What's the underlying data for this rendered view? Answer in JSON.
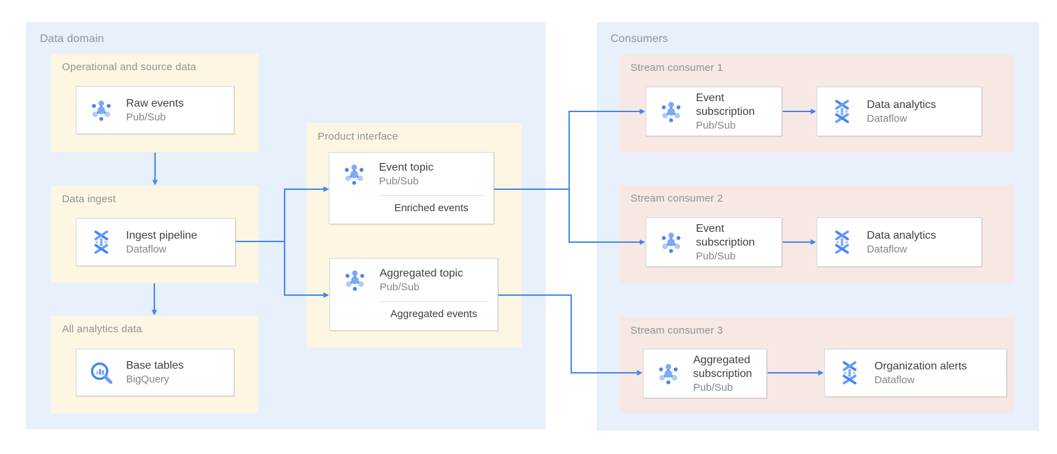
{
  "data_domain": {
    "label": "Data domain",
    "boxes": {
      "operational": {
        "label": "Operational and source data",
        "card": {
          "icon": "pubsub-icon",
          "title": "Raw events",
          "subtitle": "Pub/Sub"
        }
      },
      "ingest": {
        "label": "Data ingest",
        "card": {
          "icon": "dataflow-icon",
          "title": "Ingest pipeline",
          "subtitle": "Dataflow"
        }
      },
      "analytics": {
        "label": "All analytics data",
        "card": {
          "icon": "bigquery-icon",
          "title": "Base tables",
          "subtitle": "BigQuery"
        }
      },
      "product_interface": {
        "label": "Product interface",
        "event_topic": {
          "icon": "pubsub-icon",
          "title": "Event topic",
          "subtitle": "Pub/Sub",
          "note": "Enriched events"
        },
        "aggregated_topic": {
          "icon": "pubsub-icon",
          "title": "Aggregated topic",
          "subtitle": "Pub/Sub",
          "note": "Aggregated events"
        }
      }
    }
  },
  "consumers": {
    "label": "Consumers",
    "groups": [
      {
        "label": "Stream consumer 1",
        "source": {
          "icon": "pubsub-icon",
          "title": "Event subscription",
          "subtitle": "Pub/Sub"
        },
        "sink": {
          "icon": "dataflow-icon",
          "title": "Data analytics",
          "subtitle": "Dataflow"
        }
      },
      {
        "label": "Stream consumer 2",
        "source": {
          "icon": "pubsub-icon",
          "title": "Event subscription",
          "subtitle": "Pub/Sub"
        },
        "sink": {
          "icon": "dataflow-icon",
          "title": "Data analytics",
          "subtitle": "Dataflow"
        }
      },
      {
        "label": "Stream consumer 3",
        "source": {
          "icon": "pubsub-icon",
          "title": "Aggregated subscription",
          "subtitle": "Pub/Sub"
        },
        "sink": {
          "icon": "dataflow-icon",
          "title": "Organization alerts",
          "subtitle": "Dataflow"
        }
      }
    ]
  },
  "colors": {
    "container_bg": "#e8f0fb",
    "domain_box_bg": "#fdf6e2",
    "consumer_box_bg": "#f8e8e3",
    "card_bg": "#ffffff",
    "card_border": "#d6d6d6",
    "arrow": "#4285f4",
    "title_text": "#3c4043",
    "muted_text": "#80868b",
    "label_text": "#8d9297",
    "icon_blue_dark": "#4285f4",
    "icon_blue_mid": "#7baaf7",
    "icon_blue_light": "#aecbfa"
  }
}
